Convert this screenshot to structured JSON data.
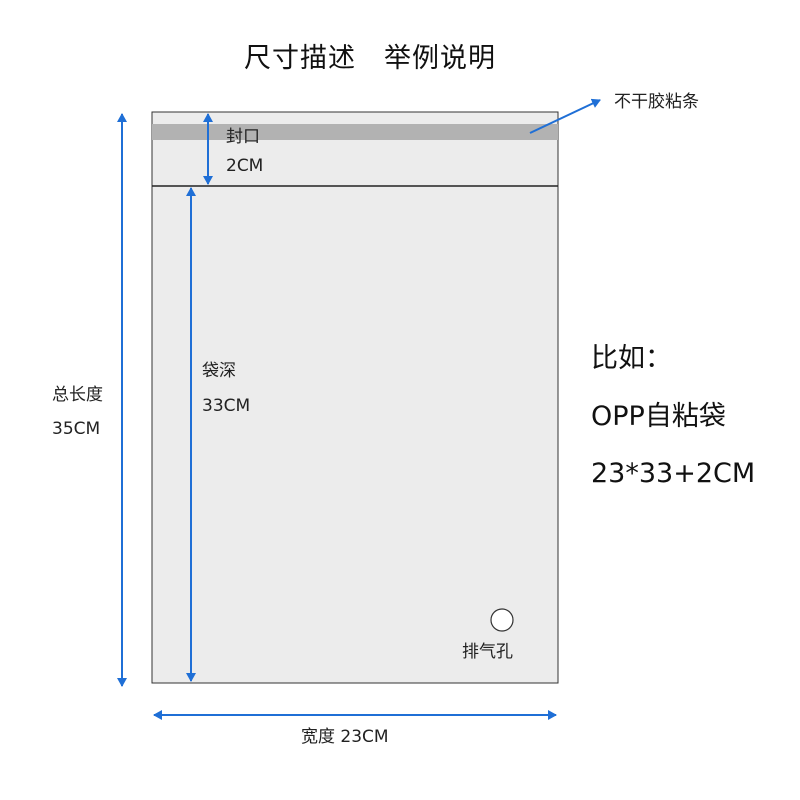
{
  "title": "尺寸描述　举例说明",
  "strip_label": "不干胶粘条",
  "seal": {
    "label": "封口",
    "size": "2CM"
  },
  "depth": {
    "label": "袋深",
    "size": "33CM"
  },
  "total_length": {
    "label": "总长度",
    "size": "35CM"
  },
  "width": {
    "label": "宽度 23CM"
  },
  "vent_hole": {
    "label": "排气孔"
  },
  "example": {
    "heading": "比如：",
    "product": "OPP自粘袋",
    "spec": "23*33+2CM"
  },
  "colors": {
    "arrow": "#1f6fd6",
    "bag_fill": "#ececec",
    "strip": "#b2b2b2",
    "outline": "#222222"
  }
}
